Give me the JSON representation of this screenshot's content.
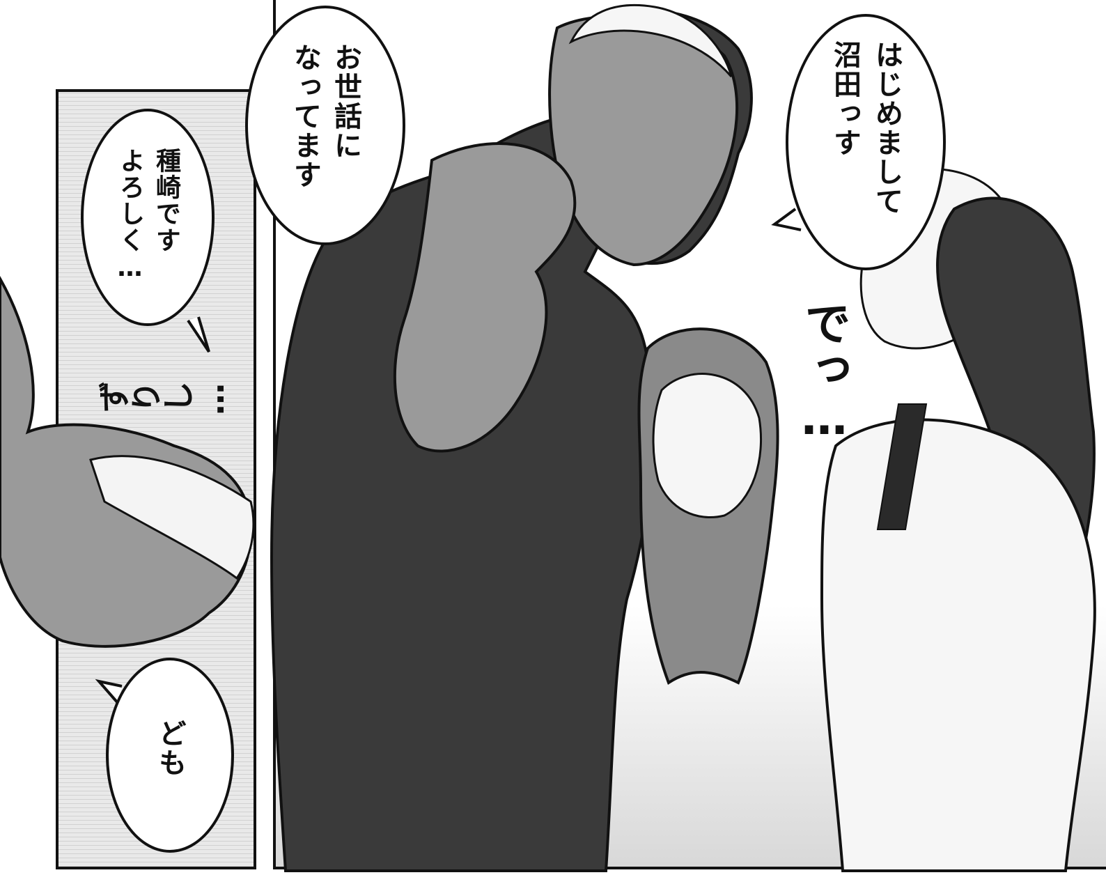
{
  "dialogue": {
    "nice_to_meet": "はじめまして\n沼田っす",
    "thanks": "お世話に\nなってます",
    "tanezaki": "種崎です\nよろしく…",
    "domo": "ども"
  },
  "sfx": {
    "zurishi": "ずりし…",
    "de": "でっ…"
  },
  "colors": {
    "ink": "#111111",
    "screentone": "#e9e9e9",
    "skin_shade": "#9a9a9a",
    "shirt_dark": "#3a3a3a"
  }
}
